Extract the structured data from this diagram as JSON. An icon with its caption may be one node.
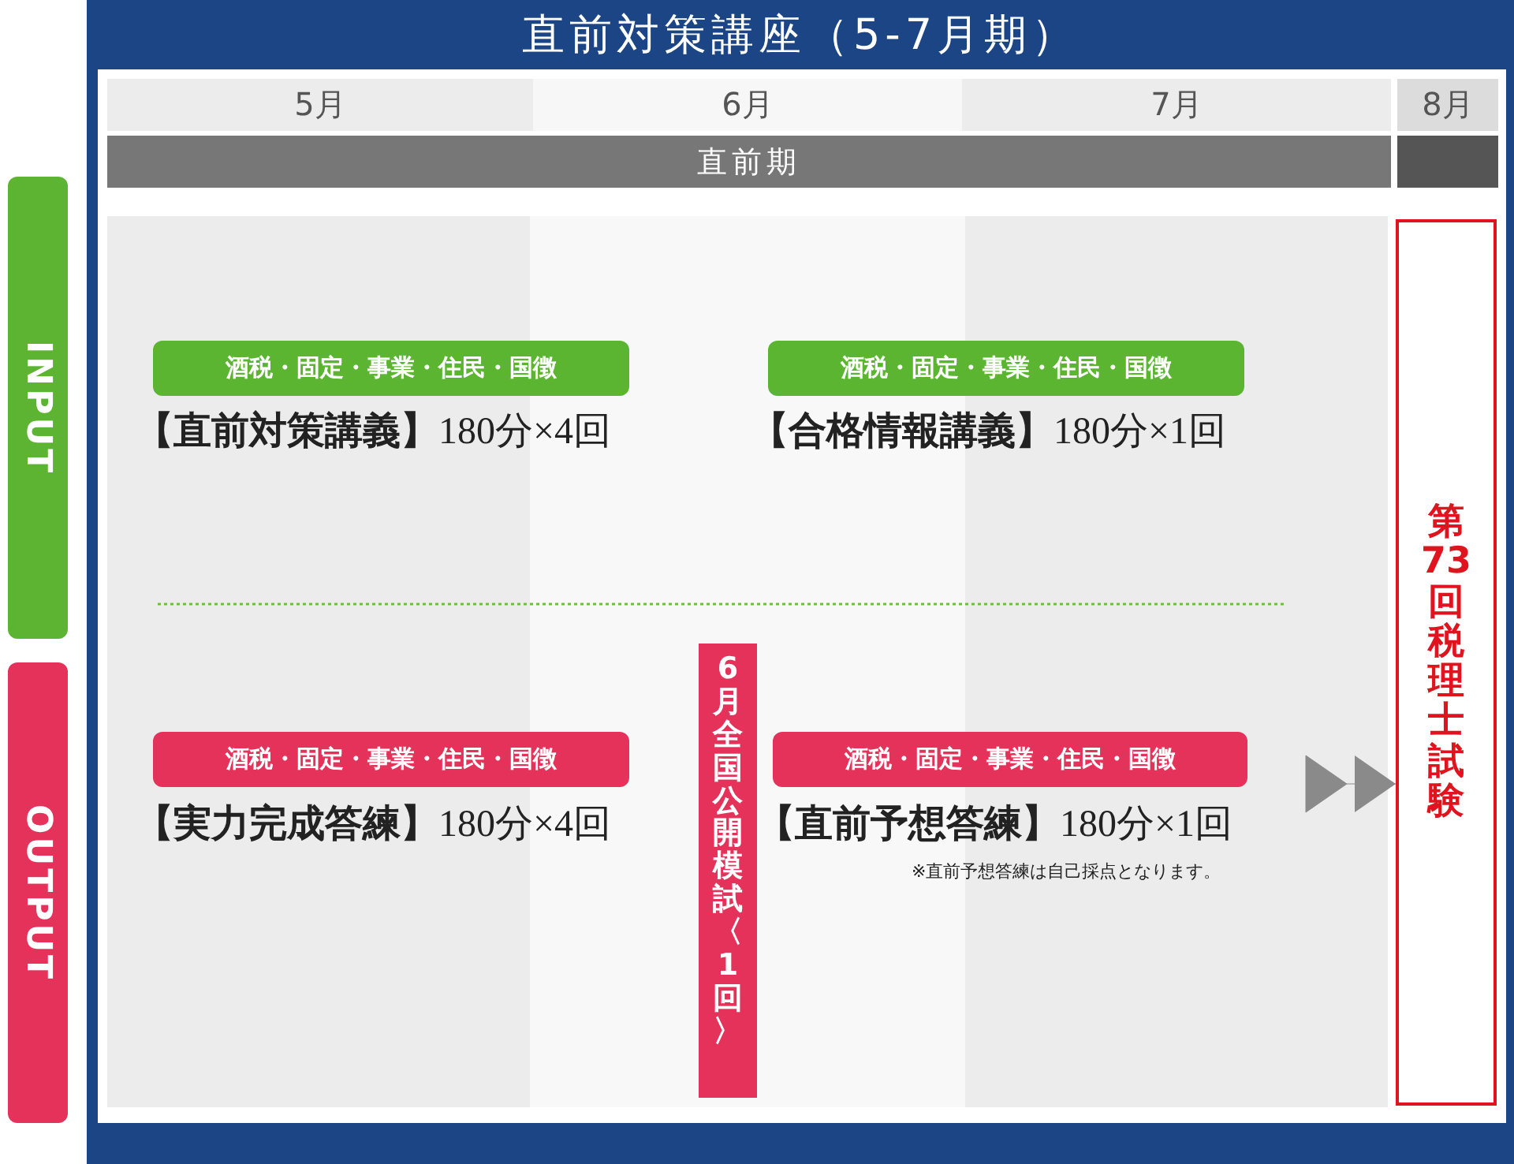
{
  "diagram": {
    "title": "直前対策講座（5-7月期）",
    "nodes": [
      {
        "text": [
          "INPUT"
        ]
      },
      {
        "text": [
          "酒税・固定・事業・住民・国徴"
        ],
        "beside": [
          "**【直前対策講義】**180分×4回"
        ]
      },
      {
        "text": [
          "酒税・固定・事業・住民・国徴"
        ],
        "beside": [
          "**【合格情報講義】**180分×1回"
        ]
      },
      {
        "text": [
          "OUTPUT"
        ]
      },
      {
        "text": [
          "酒税・固定・事業・住民・国徴"
        ],
        "beside": [
          "**【実力完成答練】**180分×4回"
        ]
      },
      {
        "text": [
          "6月全国公開模試〈1回〉"
        ]
      },
      {
        "text": [
          "酒税・固定・事業・住民・国徴"
        ],
        "beside": [
          "**【直前予想答練】**180分×1回",
          "※直前予想答練は自己採点となります。"
        ]
      },
      {
        "text": [
          "第73回税理士試験"
        ]
      }
    ],
    "edges": [
      {
        "from": null,
        "to": 7,
        "arrow": "to"
      }
    ],
    "labels": [
      "5月",
      "6月",
      "7月",
      "8月",
      "直前期"
    ]
  }
}
